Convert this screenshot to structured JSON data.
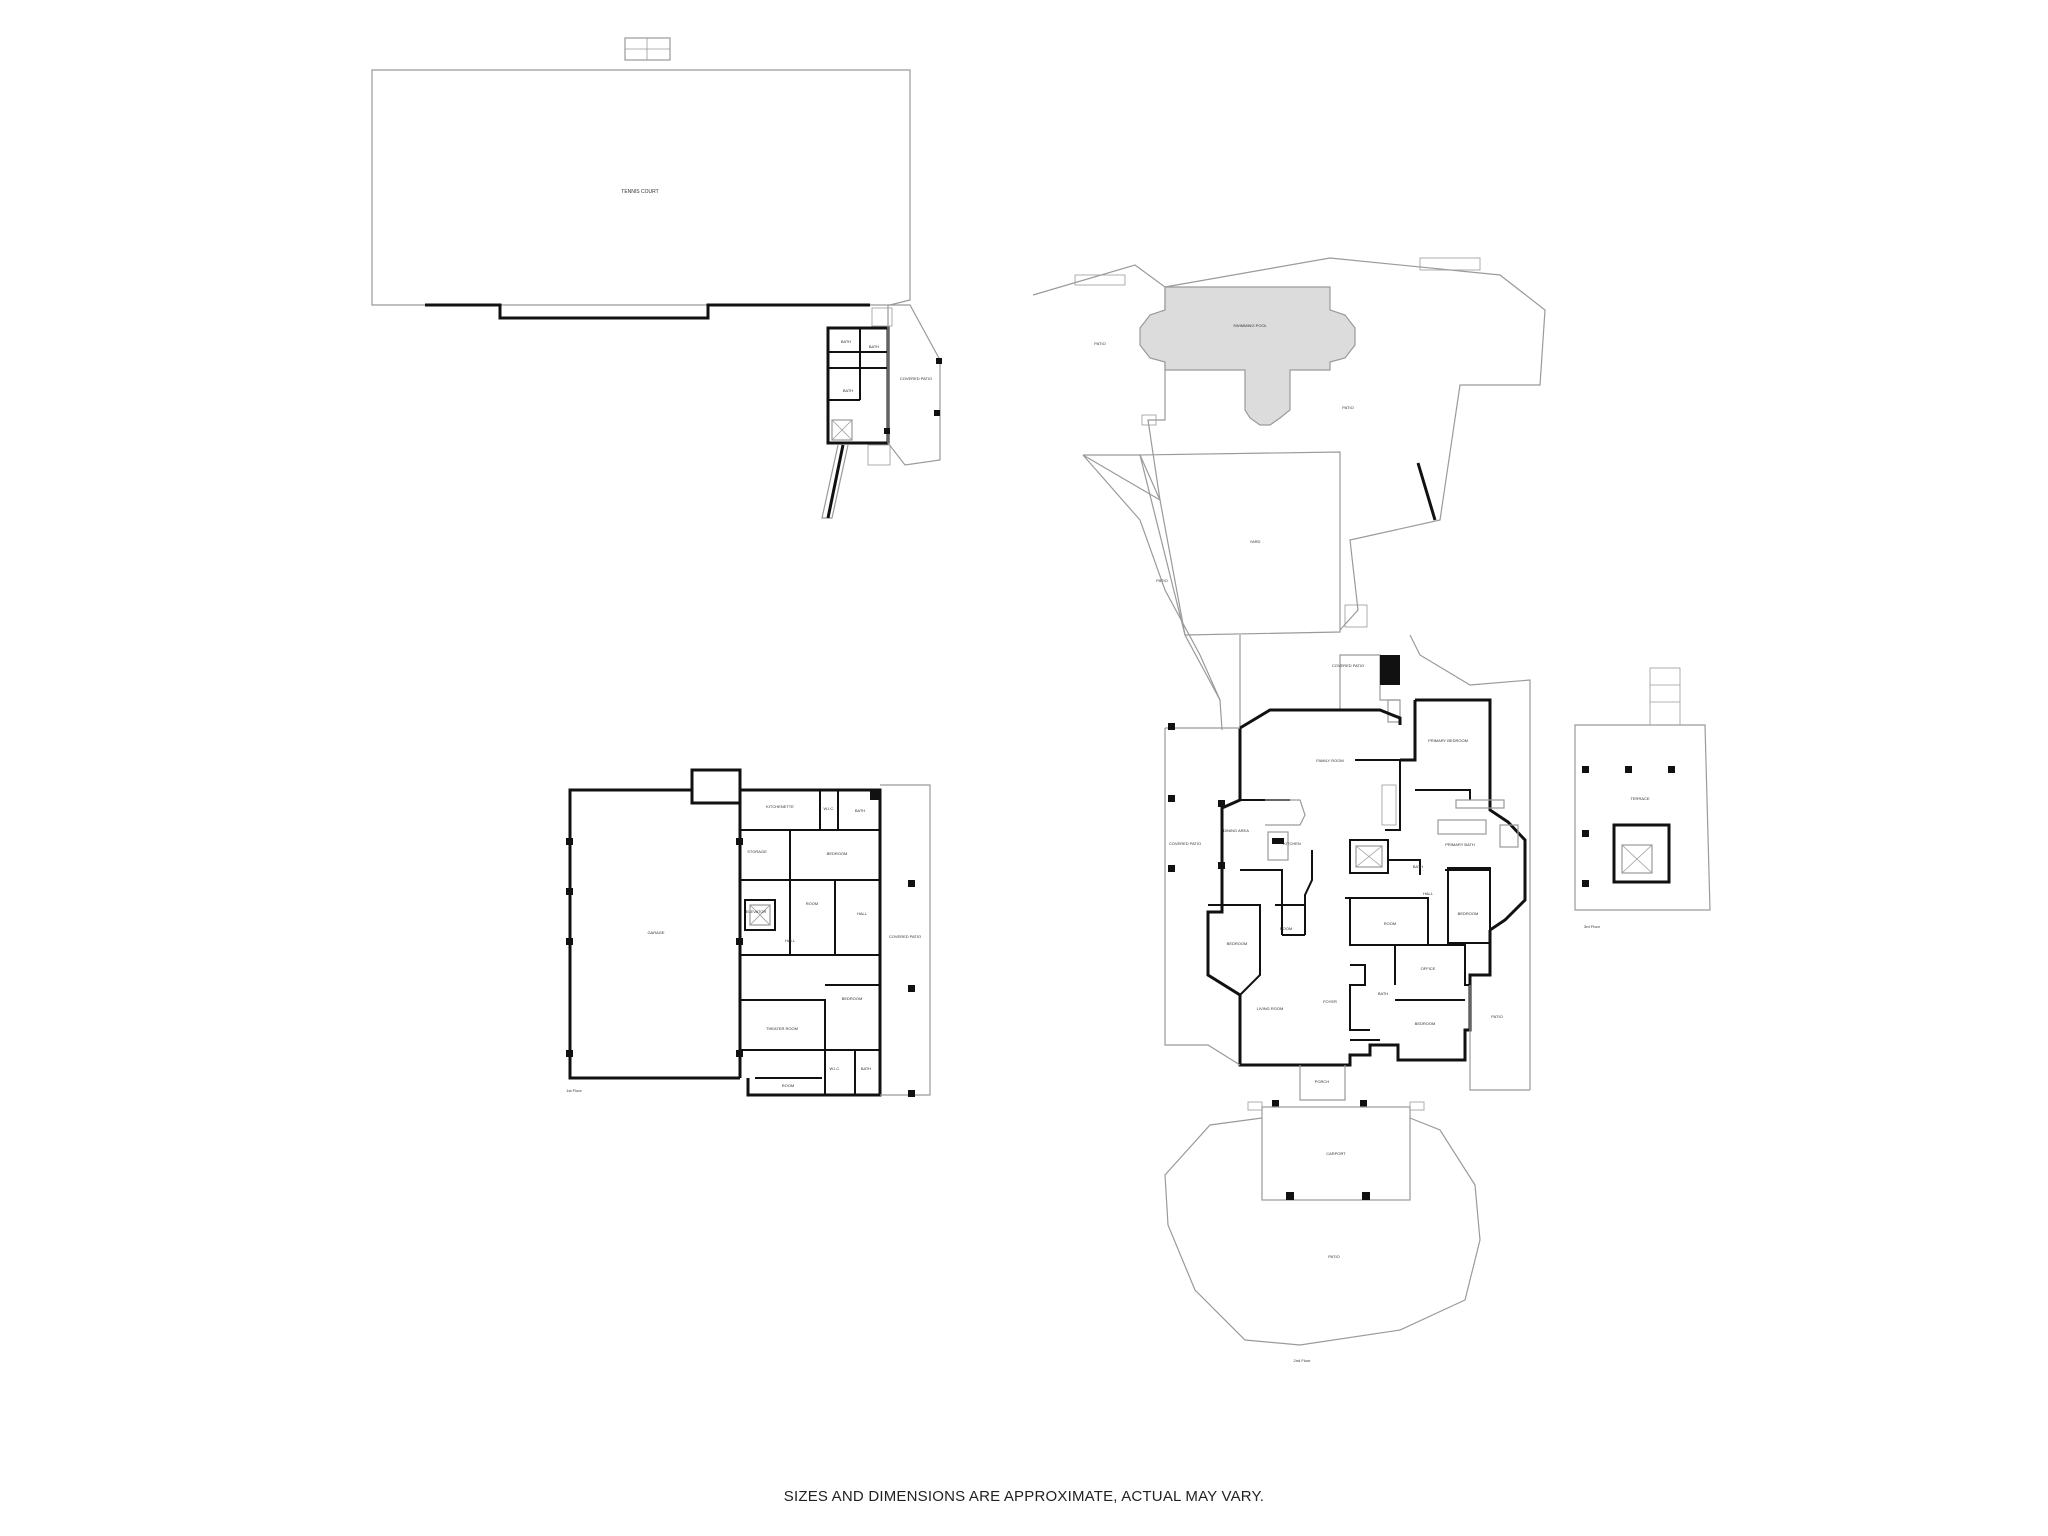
{
  "disclaimer": "SIZES AND DIMENSIONS ARE APPROXIMATE, ACTUAL MAY VARY.",
  "floor_labels": {
    "lower": "1st Floor",
    "main": "2nd Floor",
    "upper": "3rd Floor"
  },
  "rooms": {
    "tennis_court": "TENNIS COURT",
    "pool_bath_1": "BATH",
    "pool_bath_2": "BATH",
    "pool_bath_3": "BATH",
    "pool_covered_patio": "COVERED PATIO",
    "swimming_pool": "SWIMMING POOL",
    "patio_nw": "PATIO",
    "patio_ne": "PATIO",
    "yard": "YARD",
    "patio_path": "PATIO",
    "covered_patio_north": "COVERED PATIO",
    "family_room": "FAMILY ROOM",
    "primary_bedroom": "PRIMARY BEDROOM",
    "dining_area": "DINING AREA",
    "kitchen": "KITCHEN",
    "primary_bath": "PRIMARY BATH",
    "covered_patio_west": "COVERED PATIO",
    "bath_main": "BATH",
    "hall_main": "HALL",
    "bedroom_w": "BEDROOM",
    "room_w": "ROOM",
    "room_c": "ROOM",
    "bedroom_e": "BEDROOM",
    "office": "OFFICE",
    "bath_c": "BATH",
    "living_room": "LIVING ROOM",
    "foyer": "FOYER",
    "bedroom_se": "BEDROOM",
    "patio_e": "PATIO",
    "porch": "PORCH",
    "carport": "CARPORT",
    "patio_s": "PATIO",
    "terrace": "TERRACE",
    "garage": "GARAGE",
    "kitchenette": "KITCHENETTE",
    "wic": "W.I.C.",
    "bath_l1": "BATH",
    "storage": "STORAGE",
    "bedroom_l1": "BEDROOM",
    "room_l2": "ROOM",
    "elevator": "ELEVATOR",
    "hall_l1": "HALL",
    "hall_l2": "HALL",
    "covered_patio_l": "COVERED PATIO",
    "bedroom_l2": "BEDROOM",
    "theater_room": "THEATER ROOM",
    "wic_l2": "W.I.C.",
    "bath_l2": "BATH",
    "room_l3": "ROOM"
  }
}
